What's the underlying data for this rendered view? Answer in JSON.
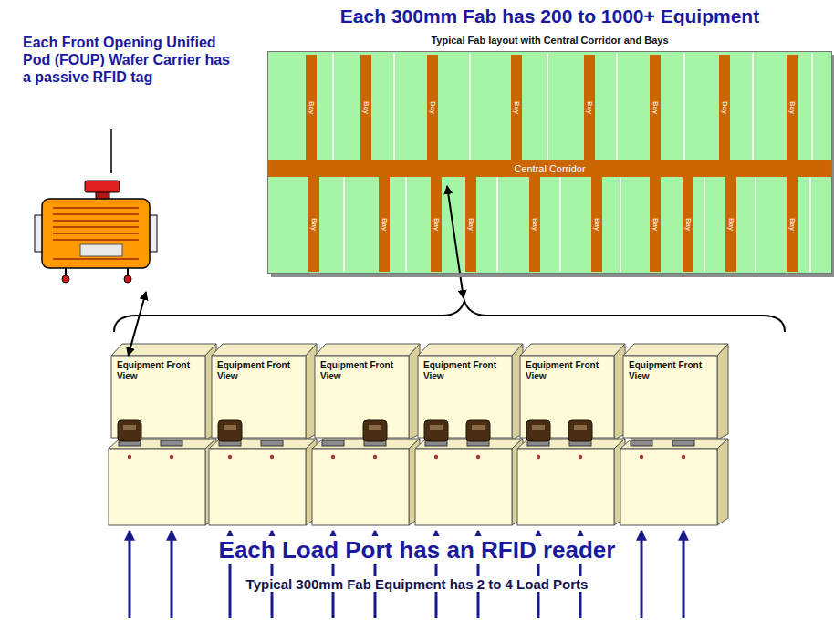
{
  "diagram": {
    "title": "Each 300mm Fab has 200 to 1000+ Equipment",
    "nodes": [
      {
        "text": [
          "Each Front Opening Unified Pod (FOUP) Wafer Carrier has a passive RFID tag"
        ]
      },
      {
        "text": [
          "Typical Fab layout with Central Corridor and Bays"
        ]
      },
      {
        "text": [
          "Central Corridor"
        ],
        "in": 1
      },
      {
        "text": [
          "Bay"
        ],
        "in": 1
      },
      {
        "text": [
          "Bay"
        ],
        "in": 1
      },
      {
        "text": [
          "Bay"
        ],
        "in": 1
      },
      {
        "text": [
          "Bay"
        ],
        "in": 1
      },
      {
        "text": [
          "Bay"
        ],
        "in": 1
      },
      {
        "text": [
          "Bay"
        ],
        "in": 1
      },
      {
        "text": [
          "Bay"
        ],
        "in": 1
      },
      {
        "text": [
          "Bay"
        ],
        "in": 1
      },
      {
        "text": [
          "Bay"
        ],
        "in": 1
      },
      {
        "text": [
          "Bay"
        ],
        "in": 1
      },
      {
        "text": [
          "Bay"
        ],
        "in": 1
      },
      {
        "text": [
          "Bay"
        ],
        "in": 1
      },
      {
        "text": [
          "Bay"
        ],
        "in": 1
      },
      {
        "text": [
          "Bay"
        ],
        "in": 1
      },
      {
        "text": [
          "Bay"
        ],
        "in": 1
      },
      {
        "text": [
          "Bay"
        ],
        "in": 1
      },
      {
        "text": [
          "Bay"
        ],
        "in": 1
      },
      {
        "text": [
          "Bay"
        ],
        "in": 1
      },
      {
        "text": [
          "Equipment Front View"
        ]
      },
      {
        "text": [
          "Equipment Front View"
        ]
      },
      {
        "text": [
          "Equipment Front View"
        ]
      },
      {
        "text": [
          "Equipment Front View"
        ]
      },
      {
        "text": [
          "Equipment Front View"
        ]
      },
      {
        "text": [
          "Equipment Front View"
        ]
      }
    ],
    "edges": [
      {
        "from": 0,
        "to": 21,
        "arrow": "both"
      }
    ],
    "labels": [
      "Each Load Port has an RFID reader",
      "Typical 300mm Fab Equipment has 2 to 4 Load Ports"
    ]
  }
}
